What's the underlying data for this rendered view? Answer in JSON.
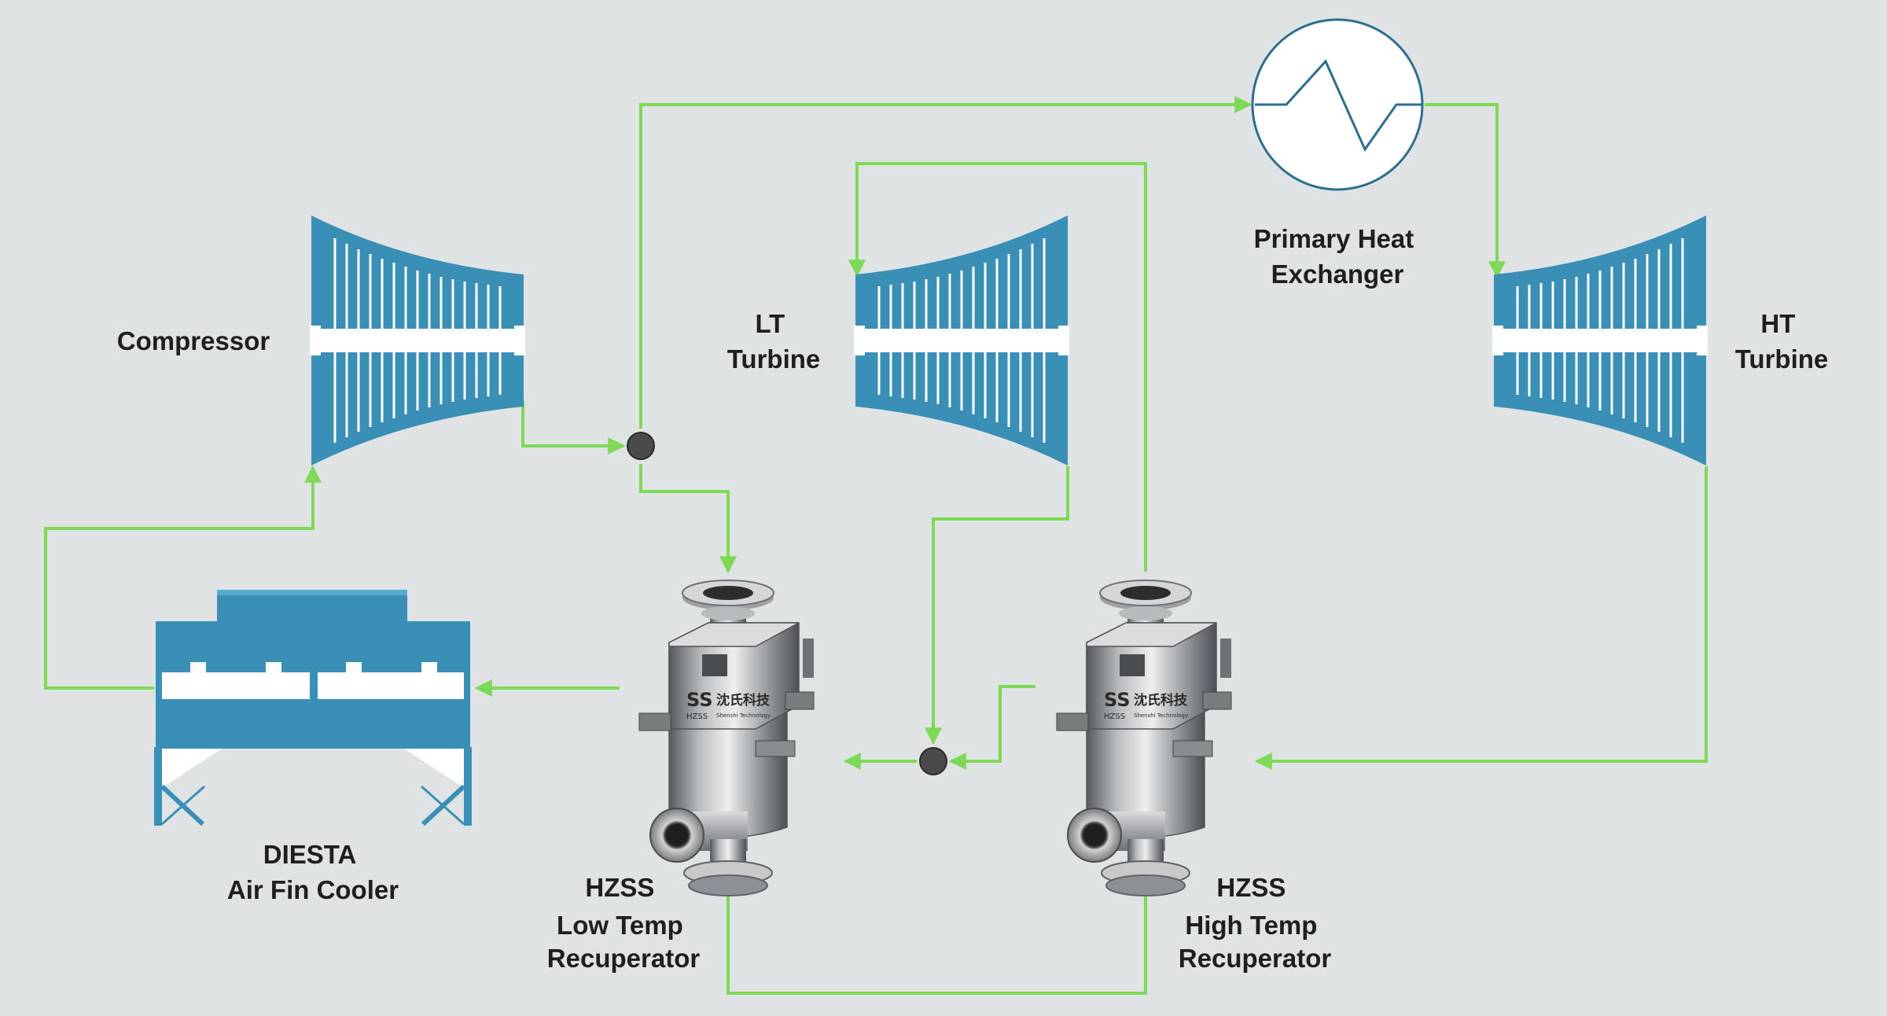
{
  "labels": {
    "compressor": "Compressor",
    "lt_turbine": [
      "LT",
      "Turbine"
    ],
    "ht_turbine": [
      "HT",
      "Turbine"
    ],
    "primary_heat_exchanger": [
      "Primary Heat",
      "Exchanger"
    ],
    "air_fin_cooler": [
      "DIESTA",
      "Air Fin Cooler"
    ],
    "low_temp_recuperator": [
      "HZSS",
      "Low Temp",
      "Recuperator"
    ],
    "high_temp_recuperator": [
      "HZSS",
      "High Temp",
      "Recuperator"
    ]
  },
  "recuperator_branding": {
    "logo": "SS",
    "company_cn": "沈氏科技",
    "brand": "HZSS",
    "tagline": "Shenshi Technology"
  },
  "colors": {
    "background": "#dfe3e4",
    "equipment_blue": "#3a8fb7",
    "flow_line": "#7ed957",
    "junction": "#4a4a4a",
    "recuperator_steel": "#8a8d90"
  },
  "icons": [
    "compressor-icon",
    "turbine-icon",
    "heat-exchanger-icon",
    "air-fin-cooler-icon",
    "recuperator-icon",
    "junction-icon"
  ]
}
